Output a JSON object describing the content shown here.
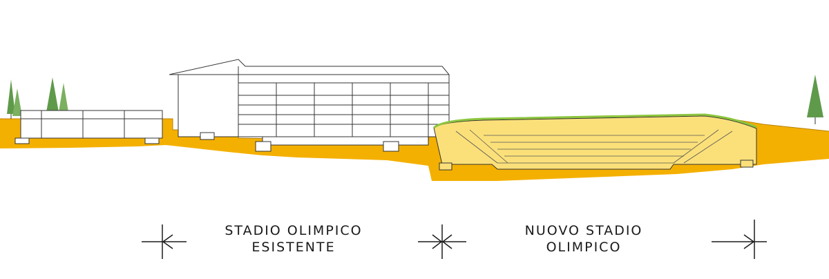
{
  "sections": {
    "existing": {
      "line1": "STADIO OLIMPICO",
      "line2": "ESISTENTE"
    },
    "new": {
      "line1": "NUOVO STADIO",
      "line2": "OLIMPICO"
    }
  },
  "colors": {
    "ground": "#f4b000",
    "ground_light": "#f8d24a",
    "new_stadium_fill": "#fbe07a",
    "grass": "#8cc63f",
    "trees": "#5f9a4a",
    "ink": "#1a1a1a"
  }
}
